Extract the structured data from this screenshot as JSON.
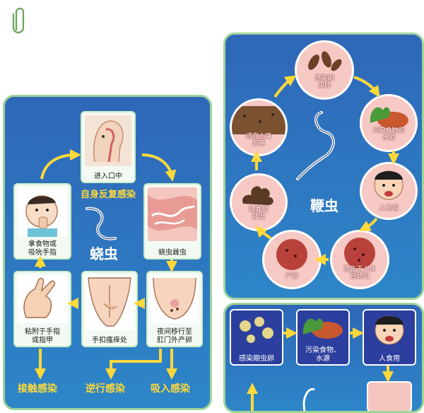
{
  "icons": {
    "clip": "paperclip-icon"
  },
  "pinworm": {
    "name": "蛲虫",
    "self_loop": "自身反复感染",
    "steps": {
      "mouth": "进入口中",
      "hatch": "蛲虫雌虫",
      "night": "夜间移行至\n肛门外产卵",
      "scratch": "手扣瘙痒处",
      "finger": "粘附于手指\n或指甲",
      "eat": "拿食物或\n吸吮手指"
    },
    "routes": [
      "接触感染",
      "逆行感染",
      "吸入感染"
    ]
  },
  "whipworm": {
    "name": "鞭虫",
    "steps": {
      "egg": "感染期\n虫卵",
      "food": "污染食物和\n水源",
      "human": "人食用",
      "cecum": "寄生于人体\n盲肠内",
      "lay": "产卵",
      "feces": "随粪便\n排出",
      "soil": "适宜土壤\n发育"
    }
  },
  "third": {
    "steps": {
      "egg": "感染期虫卵",
      "food": "污染食物、\n水源",
      "human": "人食用"
    }
  },
  "colors": {
    "panel_border": "#9fd49a",
    "panel_blue": "#2f67b8",
    "arrow_yellow": "#ffd83a",
    "circle_pink": "#f6c9c4"
  }
}
